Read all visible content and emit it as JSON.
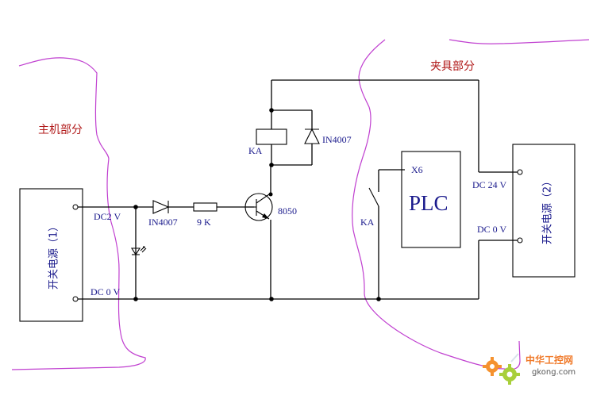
{
  "sections": {
    "host": "主机部分",
    "fixture": "夹具部分"
  },
  "psu1": {
    "label": "开关电源（1）",
    "pos_label": "DC2 V",
    "neg_label": "DC 0 V"
  },
  "psu2": {
    "label": "开关电源（2）",
    "pos_label": "DC 24 V",
    "neg_label": "DC 0 V"
  },
  "components": {
    "diode1": "IN4007",
    "resistor": "9 K",
    "transistor": "8050",
    "relay_coil": "KA",
    "flyback_diode": "IN4007",
    "relay_contact": "KA",
    "plc": "PLC",
    "plc_input": "X6",
    "led": "LED"
  },
  "watermark": {
    "cn": "中华工控网",
    "en": "gkong.com"
  }
}
